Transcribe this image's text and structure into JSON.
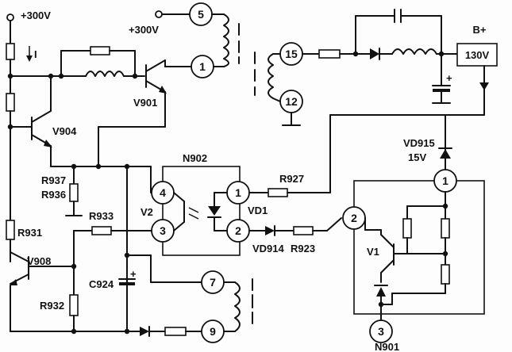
{
  "labels": {
    "plus300v_top": "+300V",
    "plus300v_mid": "+300V",
    "current": "I",
    "v901": "V901",
    "v904": "V904",
    "r937": "R937",
    "r936": "R936",
    "n902": "N902",
    "r927": "R927",
    "v2": "V2",
    "vd1": "VD1",
    "r933": "R933",
    "r931": "R931",
    "v908": "V908",
    "r932": "R932",
    "c924": "C924",
    "vd914": "VD914",
    "r923": "R923",
    "vd915": "VD915",
    "v15": "15V",
    "bplus": "B+",
    "v130": "130V",
    "v1": "V1",
    "n901": "N901"
  },
  "pins": {
    "t5": "5",
    "t1": "1",
    "t15": "15",
    "t12": "12",
    "t7": "7",
    "t9": "9",
    "o4": "4",
    "o3": "3",
    "o1": "1",
    "o2": "2",
    "n1": "1",
    "n2": "2",
    "n3": "3"
  }
}
